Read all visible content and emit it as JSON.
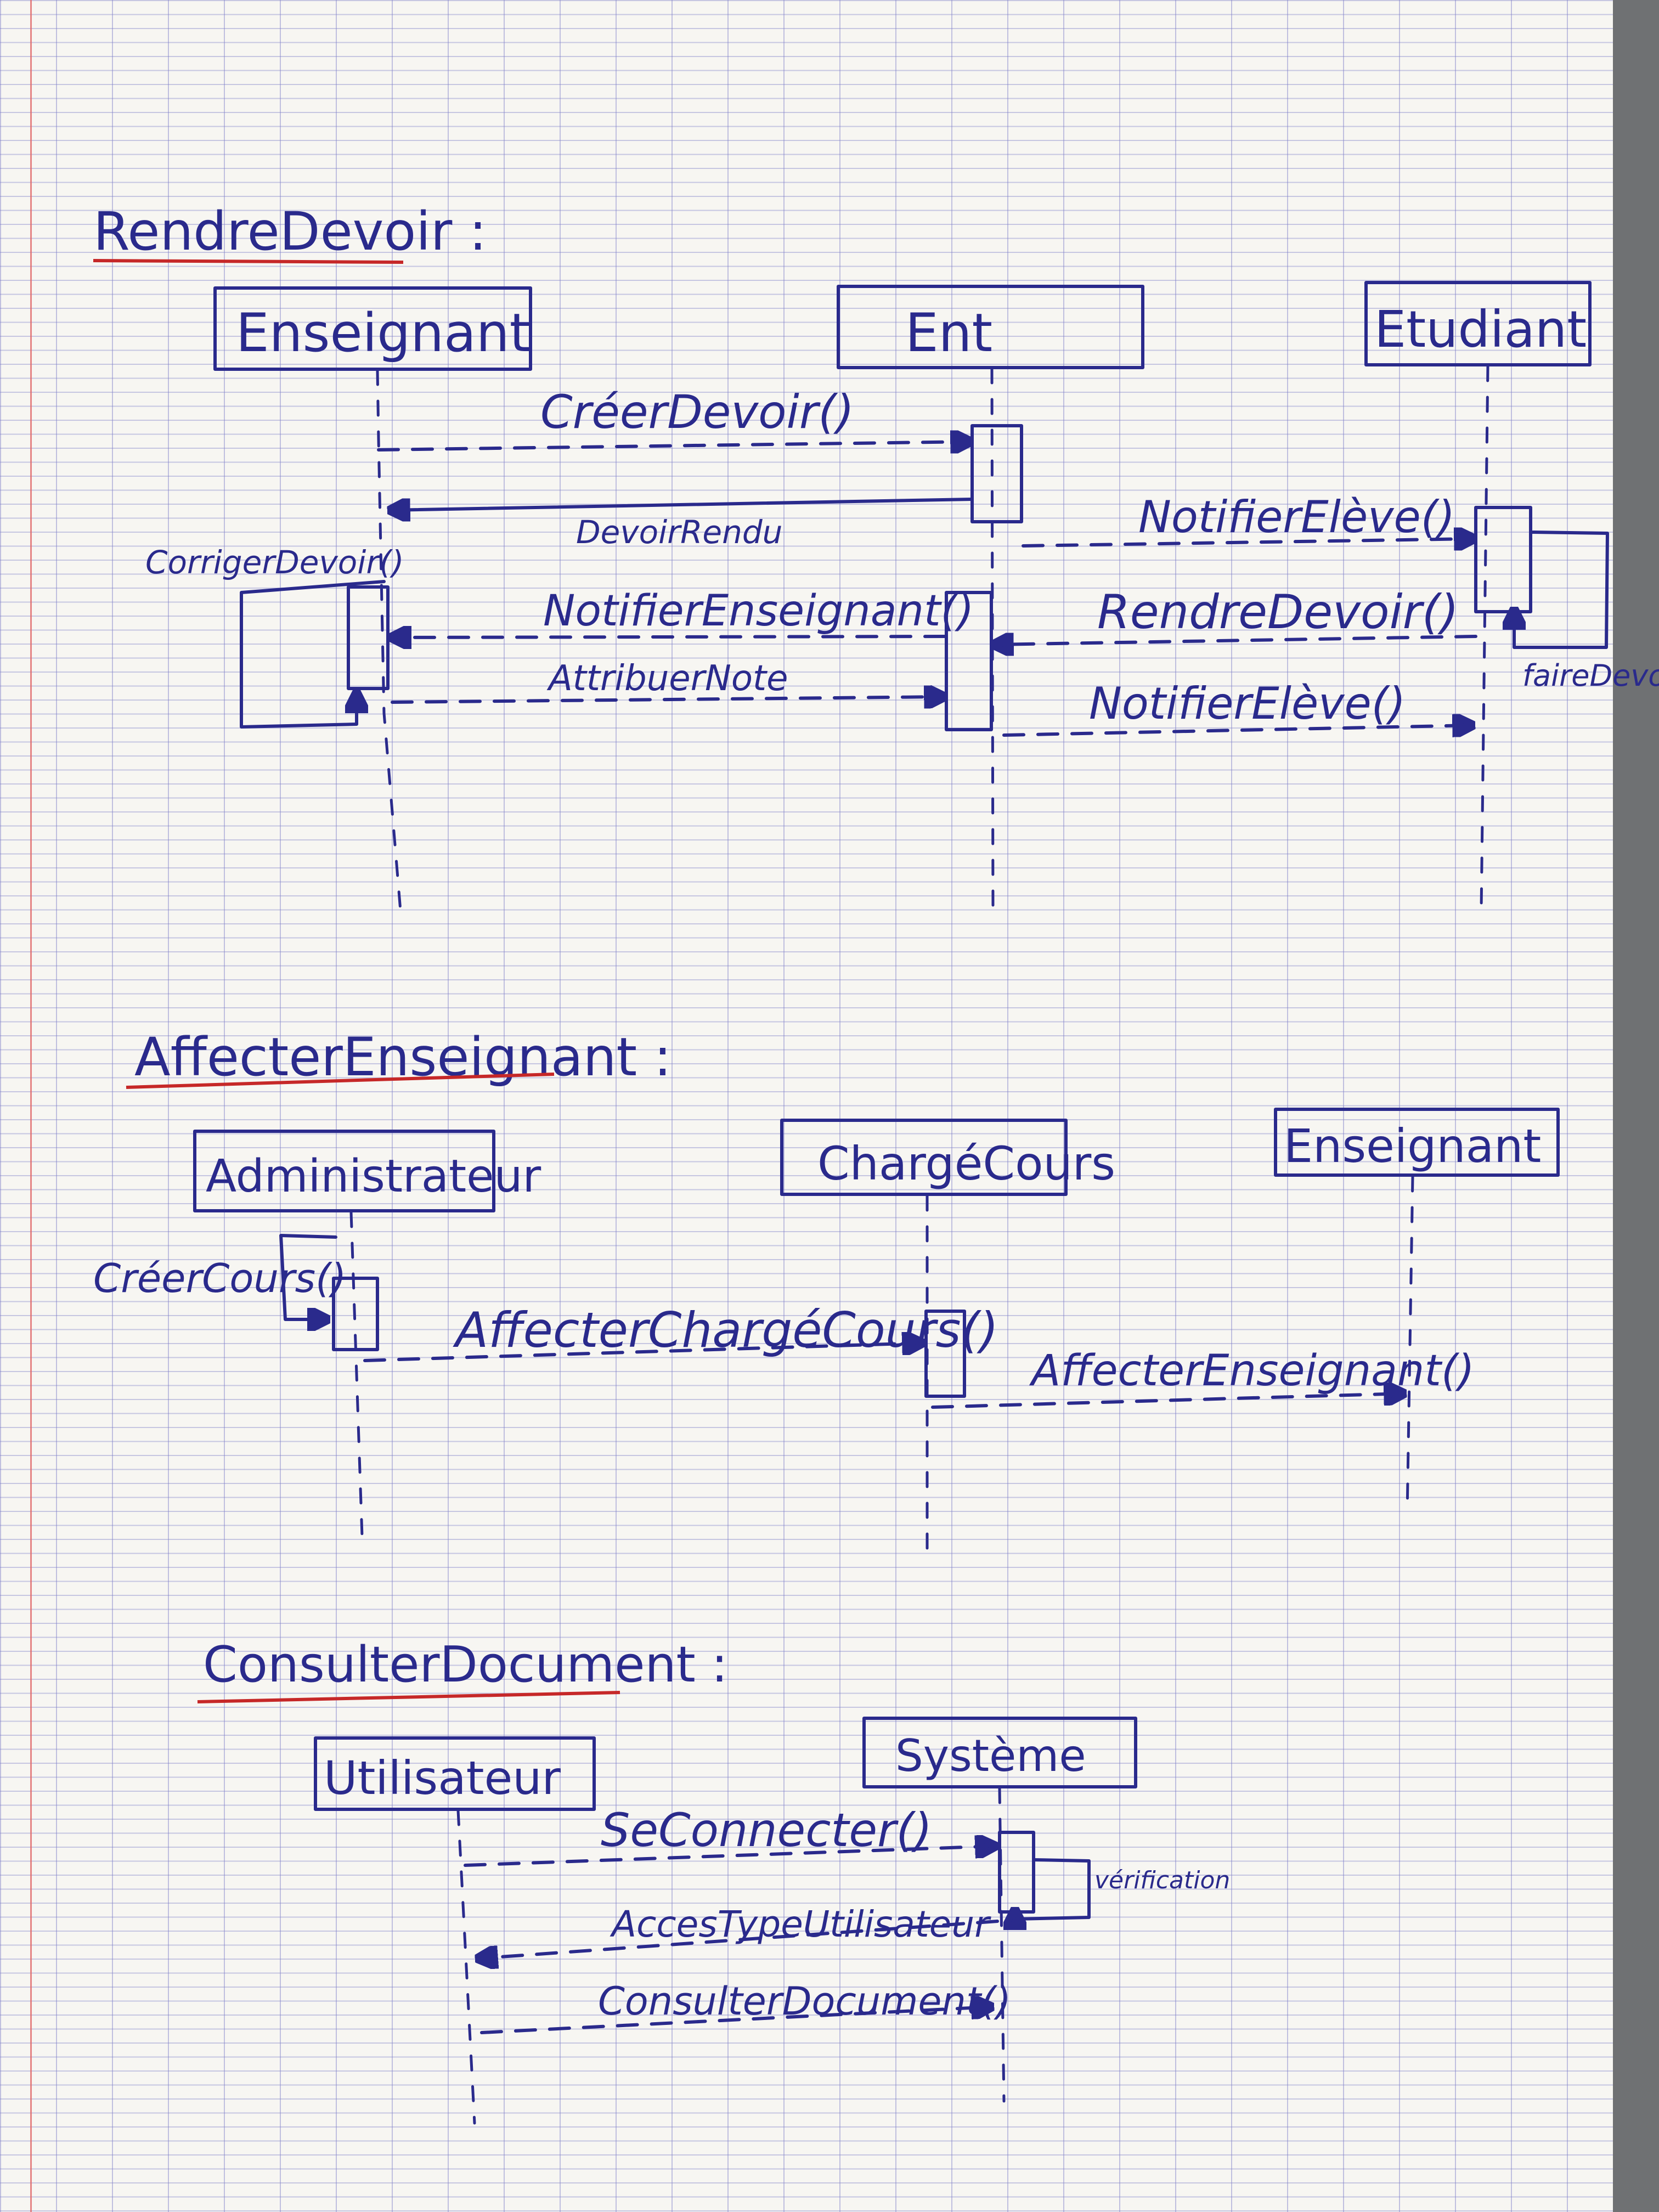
{
  "diagrams": [
    {
      "title": "RendreDevoir :",
      "actors": [
        "Enseignant",
        "Ent",
        "Etudiant"
      ],
      "messages": [
        "CréerDevoir()",
        "DevoirRendu",
        "NotifierElève()",
        "CorrigerDevoir()",
        "NotifierEnseignant()",
        "RendreDevoir()",
        "AttribuerNote",
        "NotifierElève()",
        "faireDevoir"
      ]
    },
    {
      "title": "AffecterEnseignant :",
      "actors": [
        "Administrateur",
        "ChargéCours",
        "Enseignant"
      ],
      "messages": [
        "CréerCours()",
        "AffecterChargéCours()",
        "AffecterEnseignant()"
      ]
    },
    {
      "title": "ConsulterDocument :",
      "actors": [
        "Utilisateur",
        "Système"
      ],
      "messages": [
        "SeConnecter()",
        "vérification",
        "AccesTypeUtilisateur",
        "ConsulterDocument()"
      ]
    }
  ]
}
